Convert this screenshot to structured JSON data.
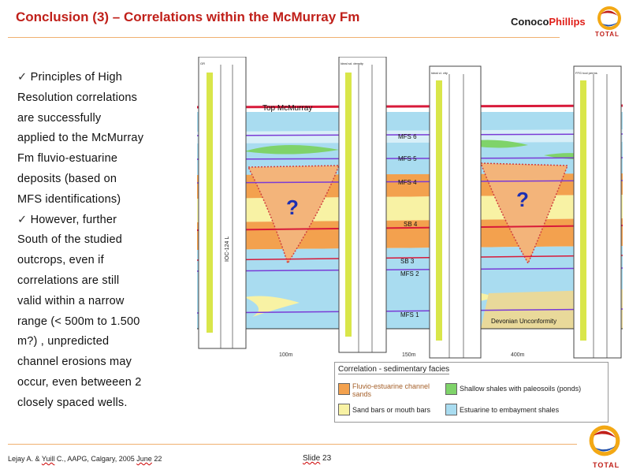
{
  "header": {
    "title": "Conclusion (3) – Correlations within the McMurray Fm"
  },
  "logos": {
    "conoco_a": "Conoco",
    "conoco_b": "Phillips",
    "total_top": "TOTAL",
    "total_bottom": "TOTAL"
  },
  "bullets": [
    {
      "icon": "check-icon",
      "lines": [
        "Principles of High",
        "Resolution correlations",
        "are successfully",
        "applied to the McMurray",
        "Fm fluvio-estuarine",
        "deposits  (based on",
        "MFS identifications)"
      ]
    },
    {
      "icon": "check-icon",
      "lines": [
        "However, further",
        "South of the studied",
        "outcrops, even if",
        "correlations are still",
        "valid within a narrow",
        "range (< 500m to 1.500",
        "m?) , unpredicted",
        "channel erosions may",
        "occur, even betweeen 2",
        "closely spaced wells."
      ]
    }
  ],
  "section": {
    "top_label": "Top McMurray",
    "surfaces": [
      "MFS 6",
      "MFS 5",
      "MFS 4",
      "SB 4",
      "SB 3",
      "MFS 2",
      "MFS 1"
    ],
    "unconformity": "Devonian Unconformity",
    "question_marks": [
      "?",
      "?"
    ],
    "spacings": [
      "100m",
      "150m",
      "400m"
    ],
    "well_header": [
      "GR",
      "Ideal sd. density",
      "Ideal cl. vity",
      "FFG tool perms"
    ],
    "well_name": "IOC-124 L"
  },
  "legend": {
    "title": "Correlation - sedimentary facies",
    "items": [
      {
        "label_1": "Fluvio-estuarine channel",
        "label_2": "sands",
        "color": "#f3a14e"
      },
      {
        "label_1": "Shallow shales with paleosoils (ponds)",
        "color": "#7fd36a"
      },
      {
        "label_1": "Sand bars or mouth bars",
        "color": "#f8f2a4"
      },
      {
        "label_1": "Estuarine to embayment shales",
        "color": "#a9dcf0"
      }
    ]
  },
  "footer": {
    "ref_authors": "Lejay A. & ",
    "ref_name": "Yuill",
    "ref_mid": " C., AAPG, Calgary, 2005 ",
    "ref_month": "June",
    "ref_day": " 22",
    "slide_label": "Slide",
    "slide_number": "23"
  }
}
